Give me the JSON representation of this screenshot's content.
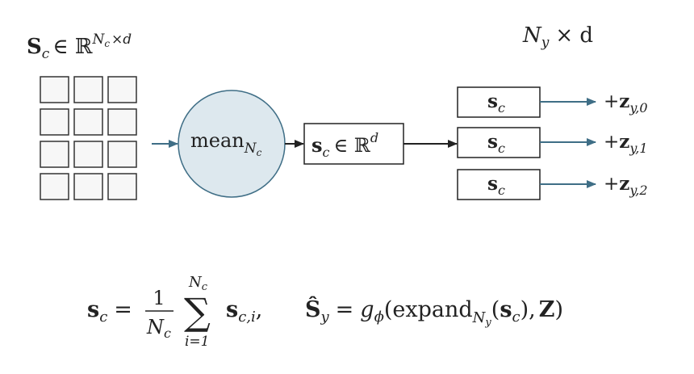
{
  "input_label": {
    "S": "S",
    "sub_c": "c",
    "in": "∈ ℝ",
    "sup_N": "N",
    "sup_c": "c",
    "sup_times": "×",
    "sup_d": "d"
  },
  "output_label": {
    "N": "N",
    "sub_y": "y",
    "times_d": "× d"
  },
  "grid": {
    "rows": 4,
    "cols": 3
  },
  "mean_node": {
    "text": "mean",
    "sub_N": "N",
    "sub_c": "c"
  },
  "center_box": {
    "s": "s",
    "sub_c": "c",
    "in": "∈ ℝ",
    "sup_d": "d"
  },
  "output_rows": [
    {
      "s": "s",
      "sub_c": "c",
      "plus": "+",
      "z": "z",
      "sub": "y,0"
    },
    {
      "s": "s",
      "sub_c": "c",
      "plus": "+",
      "z": "z",
      "sub": "y,1"
    },
    {
      "s": "s",
      "sub_c": "c",
      "plus": "+",
      "z": "z",
      "sub": "y,2"
    }
  ],
  "formula": {
    "s": "s",
    "sub_c": "c",
    "eq": "=",
    "num": "1",
    "den_N": "N",
    "den_c": "c",
    "sum": "∑",
    "sum_top_N": "N",
    "sum_top_c": "c",
    "sum_bottom": "i=1",
    "term": "s",
    "term_sub": "c,i",
    "comma": ",",
    "shat": "Ŝ",
    "shat_sub": "y",
    "eq2": "=",
    "g": "g",
    "g_sub": "ϕ",
    "expand": "(expand",
    "exp_sub_N": "N",
    "exp_sub_y": "y",
    "args": "(",
    "arg_s": "s",
    "arg_sub": "c",
    "close": "),",
    "Z": "Z",
    "end": ")"
  },
  "colors": {
    "node_fill": "#dde8ee",
    "node_stroke": "#3f6e86",
    "arrow_teal": "#3f6e86",
    "arrow_dark": "#222222",
    "cell_fill": "#f7f7f7"
  }
}
